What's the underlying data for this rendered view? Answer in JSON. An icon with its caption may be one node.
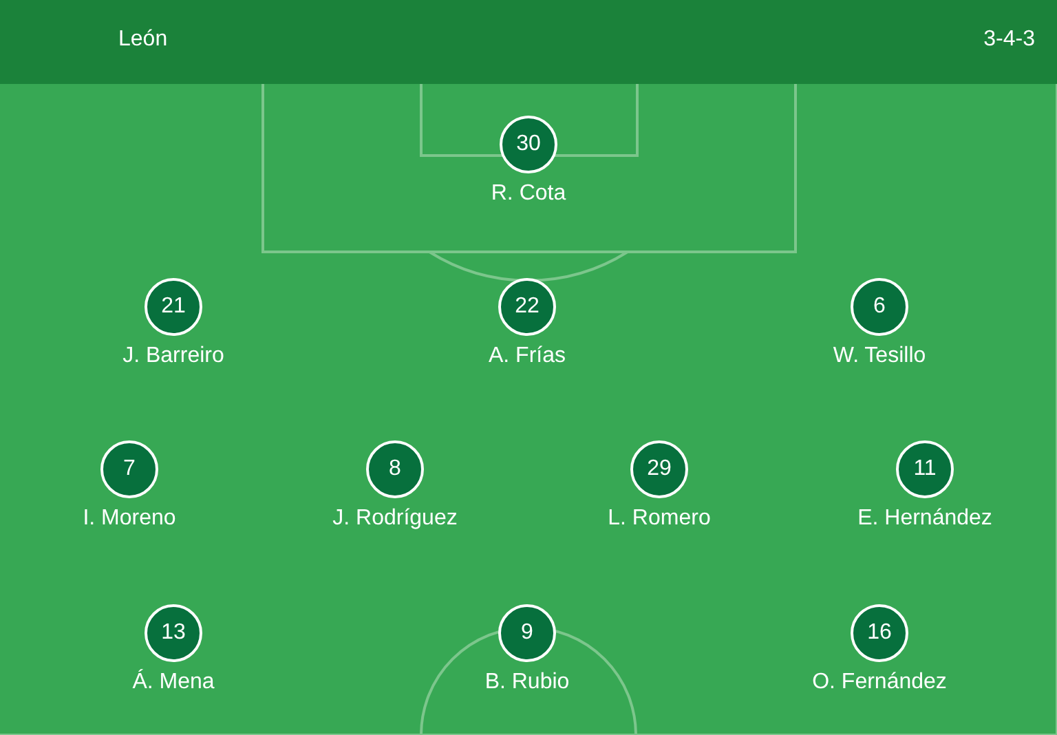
{
  "diagram": {
    "title": "León",
    "labels": [
      "3-4-3"
    ],
    "nodes": [
      {
        "text": [
          "30"
        ],
        "beside": [
          "R. Cota"
        ]
      },
      {
        "text": [
          "21"
        ],
        "beside": [
          "J. Barreiro"
        ]
      },
      {
        "text": [
          "22"
        ],
        "beside": [
          "A. Frías"
        ]
      },
      {
        "text": [
          "6"
        ],
        "beside": [
          "W. Tesillo"
        ]
      },
      {
        "text": [
          "7"
        ],
        "beside": [
          "I. Moreno"
        ]
      },
      {
        "text": [
          "8"
        ],
        "beside": [
          "J. Rodríguez"
        ]
      },
      {
        "text": [
          "29"
        ],
        "beside": [
          "L. Romero"
        ]
      },
      {
        "text": [
          "11"
        ],
        "beside": [
          "E. Hernández"
        ]
      },
      {
        "text": [
          "13"
        ],
        "beside": [
          "Á. Mena"
        ]
      },
      {
        "text": [
          "9"
        ],
        "beside": [
          "B. Rubio"
        ]
      },
      {
        "text": [
          "16"
        ],
        "beside": [
          "O. Fernández"
        ]
      }
    ]
  }
}
